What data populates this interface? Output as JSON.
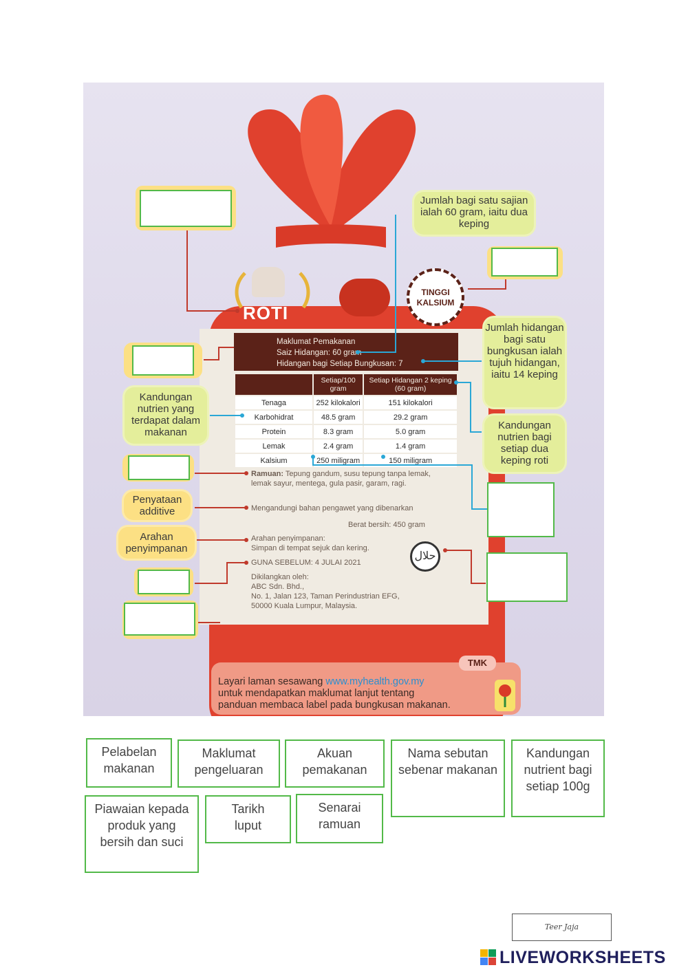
{
  "label": {
    "callouts": {
      "serving_size": "Jumlah bagi satu sajian ialah 60 gram, iaitu dua keping",
      "servings_per_pack": "Jumlah hidangan bagi satu bungkusan ialah tujuh hidangan, iaitu 14 keping",
      "nutrient_content": "Kandungan nutrien yang terdapat dalam makanan",
      "nutrient_per_serving": "Kandungan nutrien bagi setiap dua keping roti",
      "additive": "Penyataan additive",
      "storage": "Arahan penyimpanan"
    },
    "brand": "ROTI",
    "seal": "TINGGI KALSIUM",
    "nutrition_header": [
      "Maklumat Pemakanan",
      "Saiz Hidangan: 60 gram",
      "Hidangan bagi Setiap Bungkusan: 7"
    ],
    "table": {
      "col_headers": [
        "Setiap/100 gram",
        "Setiap Hidangan 2 keping (60 gram)"
      ],
      "rows": [
        [
          "Tenaga",
          "252 kilokalori",
          "151 kilokalori"
        ],
        [
          "Karbohidrat",
          "48.5 gram",
          "29.2 gram"
        ],
        [
          "Protein",
          "8.3 gram",
          "5.0 gram"
        ],
        [
          "Lemak",
          "2.4 gram",
          "1.4 gram"
        ],
        [
          "Kalsium",
          "250 miligram",
          "150 miligram"
        ]
      ]
    },
    "ingredients_label": "Ramuan:",
    "ingredients": "Tepung gandum, susu tepung tanpa lemak, lemak sayur, mentega, gula pasir, garam, ragi.",
    "additive_text": "Mengandungi bahan pengawet yang dibenarkan",
    "net_weight": "Berat bersih: 450 gram",
    "storage_title": "Arahan penyimpanan:",
    "storage_text": "Simpan di tempat sejuk dan kering.",
    "best_before": "GUNA SEBELUM: 4 JULAI 2021",
    "manufacturer": [
      "Dikilangkan oleh:",
      "ABC Sdn. Bhd.,",
      "No. 1, Jalan 123, Taman Perindustrian EFG,",
      "50000 Kuala Lumpur, Malaysia."
    ],
    "halal_mark": "حلال",
    "tmk_tag": "TMK",
    "tmk_text_1": "Layari laman sesawang",
    "tmk_url": "www.myhealth.gov.my",
    "tmk_text_2": "untuk mendapatkan maklumat lanjut tentang",
    "tmk_text_3": "panduan membaca label pada bungkusan makanan."
  },
  "answers": [
    "Pelabelan makanan",
    "Maklumat pengeluaran",
    "Akuan pemakanan",
    "Nama sebutan sebenar makanan",
    "Kandungan nutrient bagi setiap 100g",
    "Piawaian kepada produk yang bersih dan suci",
    "Tarikh luput",
    "Senarai ramuan"
  ],
  "footer": {
    "signature": "Teer Jaja",
    "brand": "LIVEWORKSHEETS"
  },
  "colors": {
    "bag": "#e0412e",
    "label_dark": "#5b2218",
    "callout_green": "#e4ee9b",
    "callout_yellow": "#fce084",
    "answer_border": "#52b948",
    "line_red": "#c0392b",
    "line_blue": "#2aa7d6"
  }
}
